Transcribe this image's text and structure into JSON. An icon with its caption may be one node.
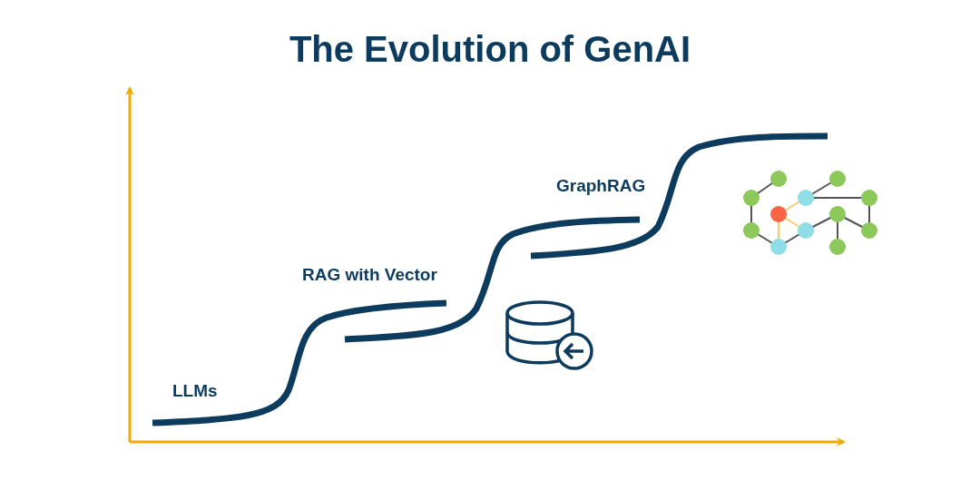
{
  "diagram": {
    "title": "The Evolution of GenAI",
    "labels": [
      "LLMs",
      "RAG with Vector",
      "GraphRAG"
    ]
  }
}
